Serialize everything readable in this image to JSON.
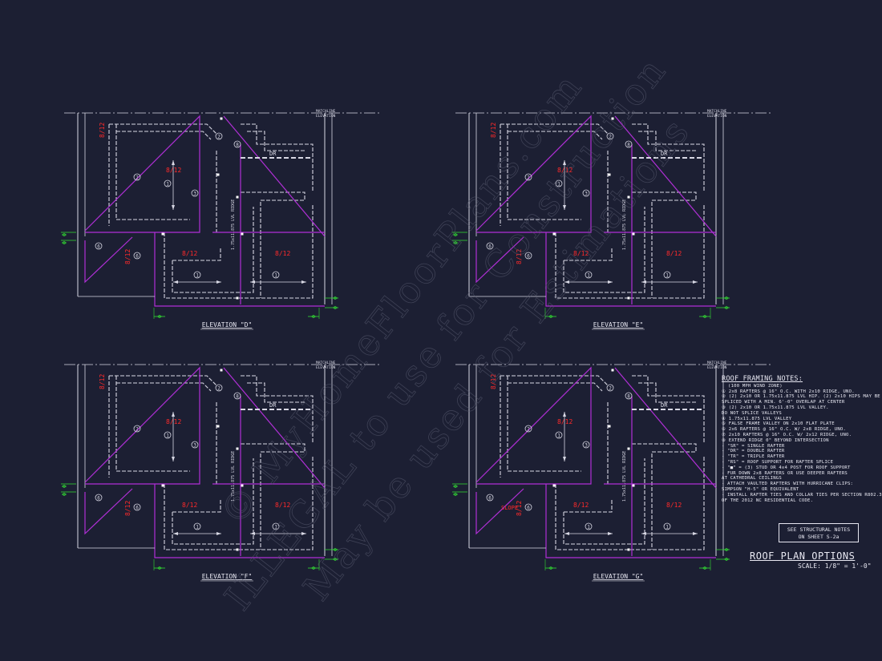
{
  "elevations": [
    {
      "id": "D",
      "label": "ELEVATION \"D\""
    },
    {
      "id": "E",
      "label": "ELEVATION \"E\""
    },
    {
      "id": "F",
      "label": "ELEVATION \"F\""
    },
    {
      "id": "G",
      "label": "ELEVATION \"G\""
    }
  ],
  "match_label": "MATCHLINE",
  "elevation_word": "ELEVATION",
  "pitch": "8/12",
  "slope_label": "SLOPE",
  "dr_label": "DR",
  "ridge_label": "1.75x11.875 LVL RIDGE",
  "notes": {
    "title": "ROOF FRAMING NOTES:",
    "subtitle": "(100 MPH WIND ZONE)",
    "lines": [
      "① 2x8 RAFTERS @ 16\" O.C. WITH 2x10 RIDGE, UNO.",
      "② (2) 2x10 OR 1.75x11.875 LVL HIP. (2) 2x10 HIPS MAY BE",
      "   SPLICED WITH A MIN. 6'-0\" OVERLAP AT CENTER",
      "③ (2) 2x10 OR 1.75x11.875 LVL VALLEY.",
      "   DO NOT SPLICE VALLEYS",
      "④ 1.75x11.875 LVL VALLEY",
      "⑤ FALSE FRAME VALLEY ON 2x10 FLAT PLATE",
      "⑥ 2x6 RAFTERS @ 16\" O.C. W/ 2x8 RIDGE, UNO.",
      "⑦ 2x10 RAFTERS @ 16\" O.C. W/ 2x12 RIDGE, UNO.",
      "⑧ EXTEND RIDGE 0\" BEYOND INTERSECTION",
      " - \"SR\" = SINGLE RAFTER",
      " - \"DR\" = DOUBLE RAFTER",
      " - \"TR\" = TRIPLE RAFTER",
      " - \"RS\" = ROOF SUPPORT FOR RAFTER SPLICE",
      " - \"■\" = (3) STUD OR 4x4 POST FOR ROOF SUPPORT",
      " - FUR DOWN 2x8 RAFTERS OR USE DEEPER RAFTERS",
      "   AT CATHEDRAL CEILINGS",
      " - ATTACH VAULTED RAFTERS WITH HURRICANE CLIPS:",
      "   SIMPSON \"H-5\" OR EQUIVALENT",
      " - INSTALL RAFTER TIES AND COLLAR TIES PER SECTION R802.3",
      "   OF THE 2012 NC RESIDENTIAL CODE."
    ]
  },
  "structural_box": {
    "line1": "SEE STRUCTURAL NOTES",
    "line2": "ON SHEET S-2a"
  },
  "plan_title": "ROOF PLAN OPTIONS",
  "plan_scale": "SCALE: 1/8\" = 1'-0\"",
  "watermark_lines": [
    "© MyHomeFloorPlans.com",
    "ILLEGAL to use for Construction",
    "May be used for Estimations"
  ],
  "colors": {
    "background": "#1c1f33",
    "linework": "#d8d8e4",
    "roof": "#b02fd6",
    "pitch": "#ff2a2a",
    "dimension": "#33e033"
  }
}
